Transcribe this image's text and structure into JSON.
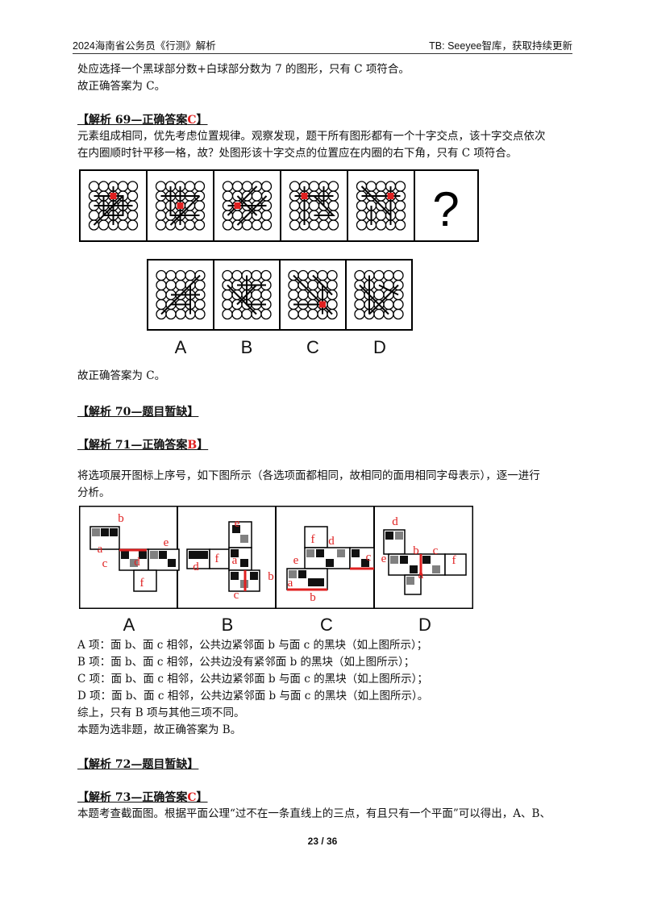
{
  "header": {
    "left": "2024海南省公务员《行测》解析",
    "right": "TB: Seeyee智库，获取持续更新"
  },
  "intro": {
    "line1": "处应选择一个黑球部分数+白球部分数为 7 的图形，只有 C 项符合。",
    "line2": "故正确答案为 C。"
  },
  "q69": {
    "title": "【解析 69—正确答案",
    "answer": "C",
    "close": "】",
    "line1": "元素组成相同，优先考虑位置规律。观察发现，题干所有图形都有一个十字交点，该十字交点依次",
    "line2": "在内圈顺时针平移一格，故？处图形该十字交点的位置应在内圈的右下角，只有 C 项符合。",
    "question_mark": "?",
    "option_labels": [
      "A",
      "B",
      "C",
      "D"
    ],
    "conclusion": "故正确答案为 C。"
  },
  "q70": {
    "title": "【解析 70—题目暂缺】"
  },
  "q71": {
    "title": "【解析 71—正确答案",
    "answer": "B",
    "close": "】",
    "line1": "将选项展开图标上序号，如下图所示（各选项面都相同，故相同的面用相同字母表示），逐一进行",
    "line2": "分析。",
    "option_labels": [
      "A",
      "B",
      "C",
      "D"
    ],
    "face_letters": [
      "a",
      "b",
      "c",
      "d",
      "e",
      "f"
    ],
    "lines": [
      "A 项：面 b、面 c 相邻，公共边紧邻面 b 与面 c 的黑块（如上图所示）；",
      "B 项：面 b、面 c 相邻，公共边没有紧邻面 b 的黑块（如上图所示）；",
      "C 项：面 b、面 c 相邻，公共边紧邻面 b 与面 c 的黑块（如上图所示）；",
      "D 项：面 b、面 c 相邻，公共边紧邻面 b 与面 c 的黑块（如上图所示）。",
      "综上，只有 B 项与其他三项不同。",
      "本题为选非题，故正确答案为 B。"
    ]
  },
  "q72": {
    "title": "【解析 72—题目暂缺】"
  },
  "q73": {
    "title": "【解析 73—正确答案",
    "answer": "C",
    "close": "】",
    "line1": "本题考查截面图。根据平面公理“过不在一条直线上的三点，有且只有一个平面”可以得出，A、B、"
  },
  "page": "23 / 36",
  "colors": {
    "answer": "#e02020",
    "red_mark": "#e02020",
    "grey_cell": "#808080"
  }
}
